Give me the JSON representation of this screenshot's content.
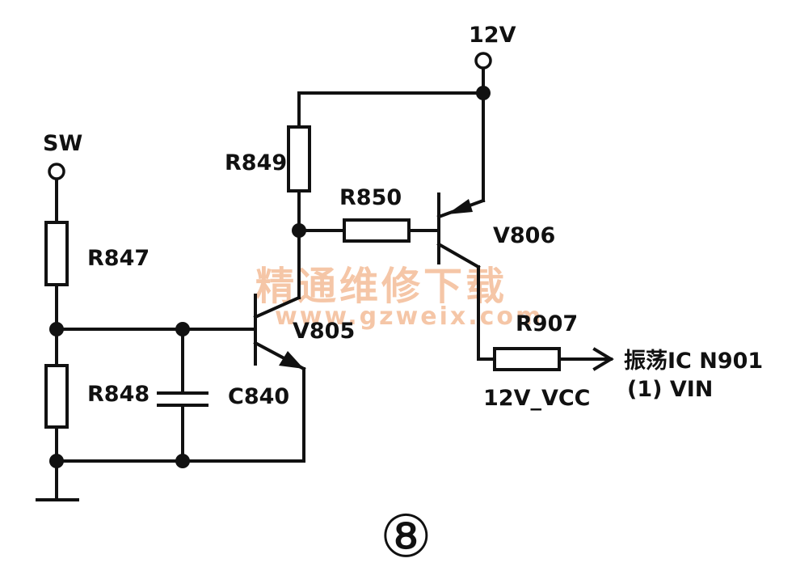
{
  "labels": {
    "sw": "SW",
    "v12": "12V",
    "r847": "R847",
    "r848": "R848",
    "r849": "R849",
    "r850": "R850",
    "c840": "C840",
    "v805": "V805",
    "v806": "V806",
    "r907": "R907",
    "vcc": "12V_VCC",
    "dest_line1": "振荡IC N901",
    "dest_line2": "(1) VIN",
    "figure": "⑧"
  },
  "watermark": {
    "line1": "精通维修下载",
    "line2": "www.gzweix.com"
  },
  "colors": {
    "ink": "#111111",
    "watermark": "#f2b48a",
    "background": "#ffffff"
  }
}
